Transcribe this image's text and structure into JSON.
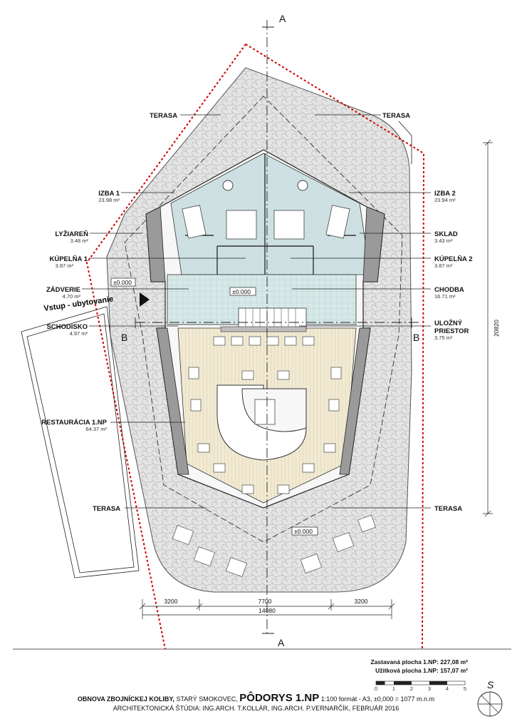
{
  "entrance": "Vstup - ubytovanie",
  "sections": {
    "a": "A",
    "b": "B"
  },
  "level": "±0.000",
  "rooms": [
    {
      "key": "terasa_nw",
      "name": "TERASA",
      "area": ""
    },
    {
      "key": "terasa_ne",
      "name": "TERASA",
      "area": ""
    },
    {
      "key": "izba1",
      "name": "IZBA 1",
      "area": "23.98 m²"
    },
    {
      "key": "izba2",
      "name": "IZBA 2",
      "area": "23.94 m²"
    },
    {
      "key": "lyziaren",
      "name": "LYŽIAREŇ",
      "area": "3.48 m²"
    },
    {
      "key": "sklad",
      "name": "SKLAD",
      "area": "3.43 m²"
    },
    {
      "key": "kupelna1",
      "name": "KÚPELŇA 1",
      "area": "3.87 m²"
    },
    {
      "key": "kupelna2",
      "name": "KÚPELŇA 2",
      "area": "3.87 m²"
    },
    {
      "key": "zadverie",
      "name": "ZÁDVERIE",
      "area": "4.70 m²"
    },
    {
      "key": "chodba",
      "name": "CHODBA",
      "area": "16.71 m²"
    },
    {
      "key": "schodisko",
      "name": "SCHODISKO",
      "area": "4.97 m²"
    },
    {
      "key": "ulozny",
      "name": "ULOŽNÝ",
      "name2": "PRIESTOR",
      "area": "3.75 m²"
    },
    {
      "key": "restauracia",
      "name": "RESTAURÁCIA 1.NP",
      "area": "64.37 m²"
    },
    {
      "key": "terasa_sw",
      "name": "TERASA",
      "area": ""
    },
    {
      "key": "terasa_se",
      "name": "TERASA",
      "area": ""
    }
  ],
  "dimensions": {
    "left": "3200",
    "middle": "7700",
    "right": "3200",
    "total": "14080",
    "vertical": "20820"
  },
  "stats": {
    "built": "Zastavaná plocha 1.NP: 227,08 m²",
    "usable": "Užitková plocha 1.NP: 157,07 m²"
  },
  "scale_bar": {
    "ticks": [
      "0",
      "1",
      "2",
      "3",
      "4",
      "5"
    ]
  },
  "north": "S",
  "title_block": {
    "project": "OBNOVA ZBOJNÍCKEJ KOLIBY,",
    "location": " STARÝ SMOKOVEC, ",
    "sheet": "PÔDORYS 1.NP",
    "scale": " 1:100 formát - A3, ±0,000 = 1077 m.n.m",
    "authors": "ARCHITEKTONICKÁ ŠTÚDIA: ING.ARCH. T.KOLLÁR, ING.ARCH. P.VERNARČÍK, FEBRUÁR 2016"
  }
}
